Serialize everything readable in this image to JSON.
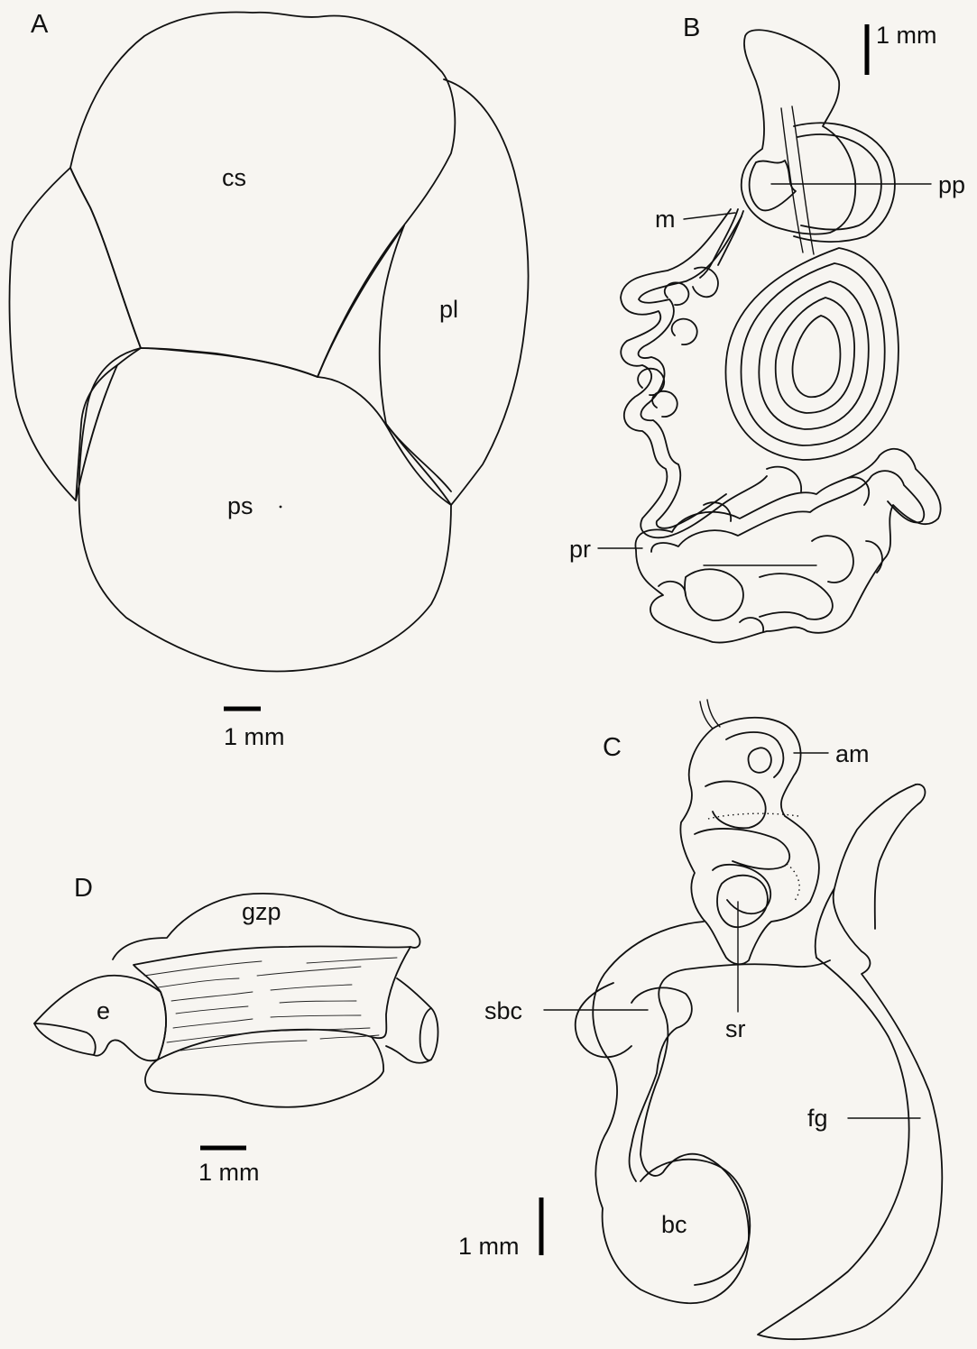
{
  "panels": {
    "A": {
      "letter": "A",
      "labels": {
        "cs": "cs",
        "pl": "pl",
        "ps": "ps"
      },
      "scale": "1 mm"
    },
    "B": {
      "letter": "B",
      "labels": {
        "pp": "pp",
        "m": "m",
        "pr": "pr"
      },
      "scale": "1 mm"
    },
    "C": {
      "letter": "C",
      "labels": {
        "am": "am",
        "sr": "sr",
        "sbc": "sbc",
        "fg": "fg",
        "bc": "bc"
      },
      "scale": "1 mm"
    },
    "D": {
      "letter": "D",
      "labels": {
        "gzp": "gzp",
        "e": "e"
      },
      "scale": "1 mm"
    }
  },
  "colors": {
    "background": "#f7f5f1",
    "ink": "#111111"
  }
}
